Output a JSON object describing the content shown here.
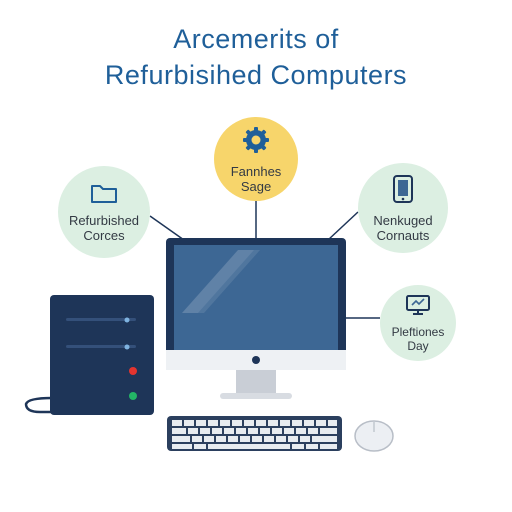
{
  "title": {
    "line1": "Arcemerits of",
    "line2": "Refurbisihed Computers"
  },
  "nodes": {
    "top": {
      "line1": "Fannhes",
      "line2": "Sage",
      "icon": "gear-icon",
      "color": "#f7d56b"
    },
    "left": {
      "line1": "Refurbished",
      "line2": "Corces",
      "icon": "folder-icon",
      "color": "#dcefe2"
    },
    "right": {
      "line1": "Nenkuged",
      "line2": "Cornauts",
      "icon": "tablet-icon",
      "color": "#dcefe2"
    },
    "bottom_right": {
      "line1": "Pleftiones",
      "line2": "Day",
      "icon": "monitor-icon",
      "color": "#dcefe2"
    }
  },
  "colors": {
    "title": "#1f5f99",
    "device_navy": "#1e3558",
    "screen_blue": "#3d6794",
    "accent_gear": "#1f5f99"
  }
}
